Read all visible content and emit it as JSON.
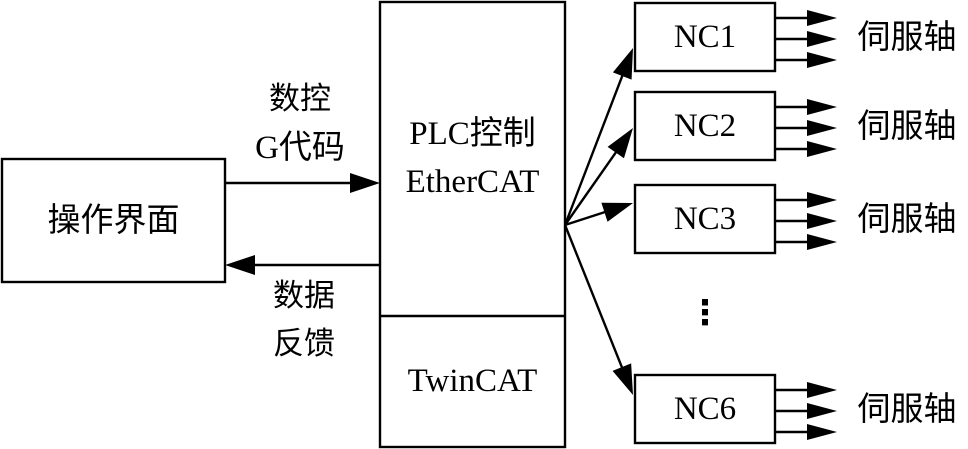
{
  "diagram": {
    "operator_interface": {
      "label": "操作界面"
    },
    "controller": {
      "top_label_line1": "PLC控制",
      "top_label_line2": "EtherCAT",
      "bottom_label": "TwinCAT"
    },
    "links": {
      "to_controller": {
        "line1": "数控",
        "line2": "G代码"
      },
      "to_interface": {
        "line1": "数据",
        "line2": "反馈"
      }
    },
    "nc_units": [
      {
        "label": "NC1",
        "output_label": "伺服轴",
        "outputs": 3
      },
      {
        "label": "NC2",
        "output_label": "伺服轴",
        "outputs": 3
      },
      {
        "label": "NC3",
        "output_label": "伺服轴",
        "outputs": 3
      },
      {
        "label": "NC6",
        "output_label": "伺服轴",
        "outputs": 3
      }
    ],
    "ellipsis": "⋮",
    "colors": {
      "stroke": "#000000",
      "background": "#ffffff"
    }
  }
}
